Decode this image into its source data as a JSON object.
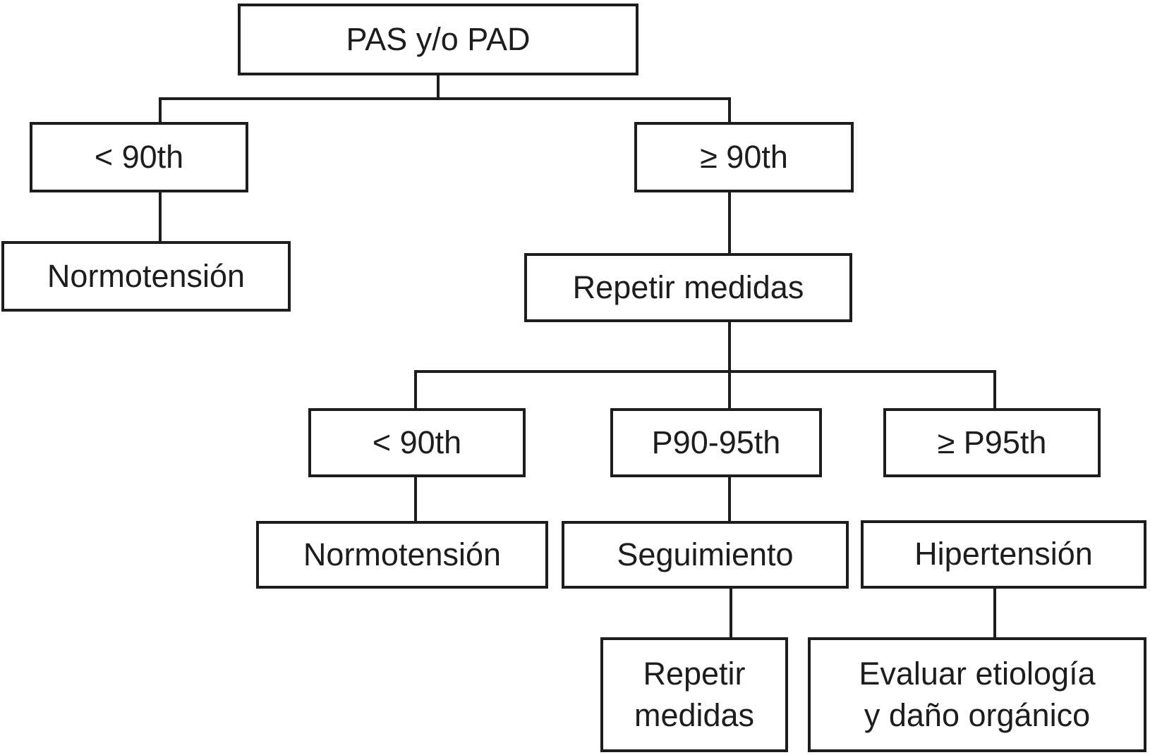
{
  "diagram": {
    "type": "flowchart",
    "colors": {
      "line": "#1d1d1b",
      "background": "#ffffff"
    },
    "nodes": [
      {
        "id": "pas-pad",
        "label": "PAS y/o PAD"
      },
      {
        "id": "lt90-left",
        "label": "< 90th"
      },
      {
        "id": "ge90",
        "label": "≥ 90th"
      },
      {
        "id": "normotension-left",
        "label": "Normotensión"
      },
      {
        "id": "repetir-medidas",
        "label": "Repetir medidas"
      },
      {
        "id": "lt90-mid",
        "label": "< 90th"
      },
      {
        "id": "p90-95",
        "label": "P90-95th"
      },
      {
        "id": "ge-p95",
        "label": "≥ P95th"
      },
      {
        "id": "normotension-mid",
        "label": "Normotensión"
      },
      {
        "id": "seguimiento",
        "label": "Seguimiento"
      },
      {
        "id": "hipertension",
        "label": "Hipertensión"
      },
      {
        "id": "repetir-medidas-2",
        "label": "Repetir\nmedidas"
      },
      {
        "id": "evaluar-etiologia",
        "label": "Evaluar etiología\ny daño orgánico"
      }
    ],
    "edges": [
      {
        "from": "pas-pad",
        "to": "lt90-left"
      },
      {
        "from": "pas-pad",
        "to": "ge90"
      },
      {
        "from": "lt90-left",
        "to": "normotension-left"
      },
      {
        "from": "ge90",
        "to": "repetir-medidas"
      },
      {
        "from": "repetir-medidas",
        "to": "lt90-mid"
      },
      {
        "from": "repetir-medidas",
        "to": "p90-95"
      },
      {
        "from": "repetir-medidas",
        "to": "ge-p95"
      },
      {
        "from": "lt90-mid",
        "to": "normotension-mid"
      },
      {
        "from": "p90-95",
        "to": "seguimiento"
      },
      {
        "from": "ge-p95",
        "to": "hipertension"
      },
      {
        "from": "seguimiento",
        "to": "repetir-medidas-2"
      },
      {
        "from": "hipertension",
        "to": "evaluar-etiologia"
      }
    ]
  }
}
